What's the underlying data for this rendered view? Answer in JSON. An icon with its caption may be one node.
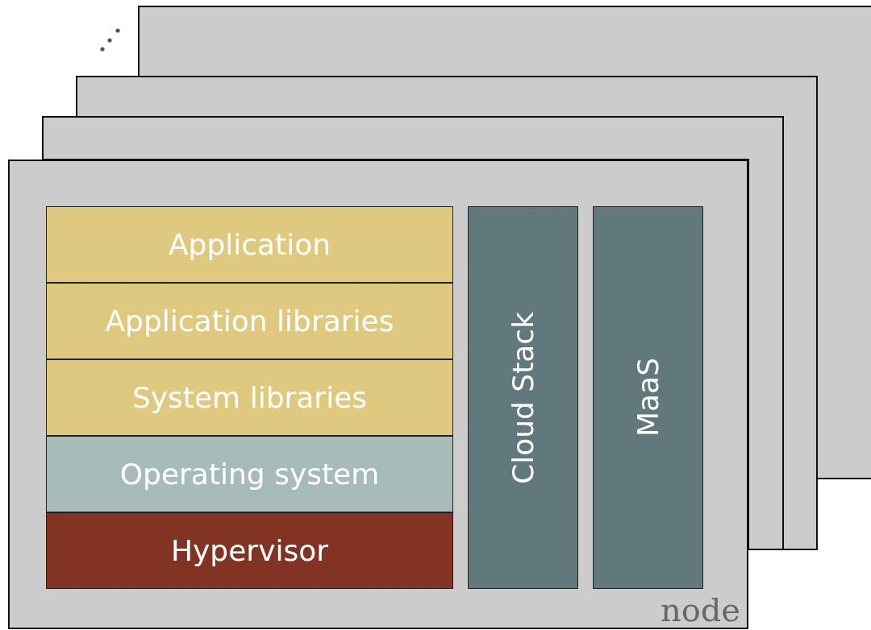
{
  "diagram": {
    "nodes": [
      {
        "text": [],
        "shape": "box"
      },
      {
        "text": [],
        "shape": "box"
      },
      {
        "text": [],
        "shape": "box"
      },
      {
        "text": [
          "node"
        ]
      },
      {
        "text": [
          "Application"
        ],
        "in": 3
      },
      {
        "text": [
          "Application libraries"
        ],
        "in": 3
      },
      {
        "text": [
          "System libraries"
        ],
        "in": 3
      },
      {
        "text": [
          "Operating system"
        ],
        "in": 3
      },
      {
        "text": [
          "Hypervisor"
        ],
        "in": 3
      },
      {
        "text": [
          "Cloud Stack"
        ],
        "in": 3
      },
      {
        "text": [
          "MaaS"
        ],
        "in": 3
      }
    ],
    "edges": []
  }
}
